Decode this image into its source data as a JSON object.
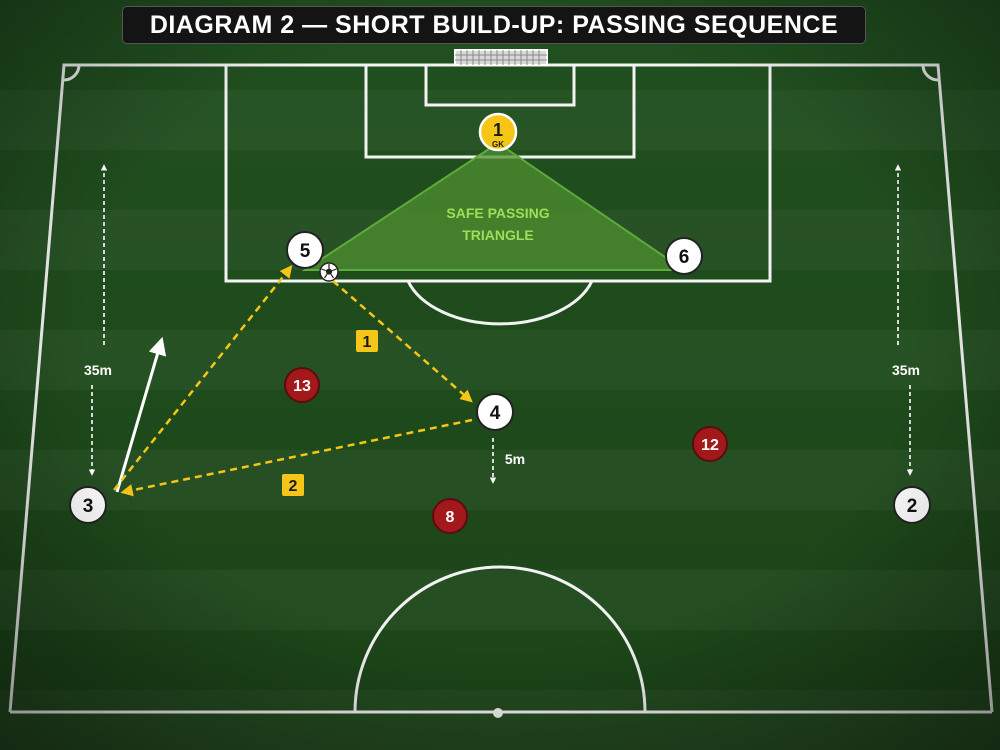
{
  "title": "DIAGRAM 2 — SHORT BUILD-UP: PASSING SEQUENCE",
  "zone_label": [
    "SAFE PASSING",
    "TRIANGLE"
  ],
  "colors": {
    "pitch_dark": "#1d4519",
    "pitch_light": "#275a22",
    "line": "#f2f2f2",
    "team_player": "#ffffff",
    "goalkeeper": "#f5c518",
    "opponent": "#a3181b",
    "pass_arrow": "#f5c518",
    "zone_fill": "#4f8f2f",
    "zone_text": "#9be05a"
  },
  "players": [
    {
      "id": "p1",
      "number": "1",
      "sub": "GK",
      "role": "goalkeeper"
    },
    {
      "id": "p5",
      "number": "5",
      "role": "team"
    },
    {
      "id": "p6",
      "number": "6",
      "role": "team"
    },
    {
      "id": "p4",
      "number": "4",
      "role": "team"
    },
    {
      "id": "p3",
      "number": "3",
      "role": "team"
    },
    {
      "id": "p2",
      "number": "2",
      "role": "team"
    },
    {
      "id": "o13",
      "number": "13",
      "role": "opponent"
    },
    {
      "id": "o12",
      "number": "12",
      "role": "opponent"
    },
    {
      "id": "o8",
      "number": "8",
      "role": "opponent"
    }
  ],
  "pass_steps": [
    "1",
    "2"
  ],
  "distance_labels": {
    "left": "35m",
    "right": "35m",
    "drop": "5m"
  }
}
